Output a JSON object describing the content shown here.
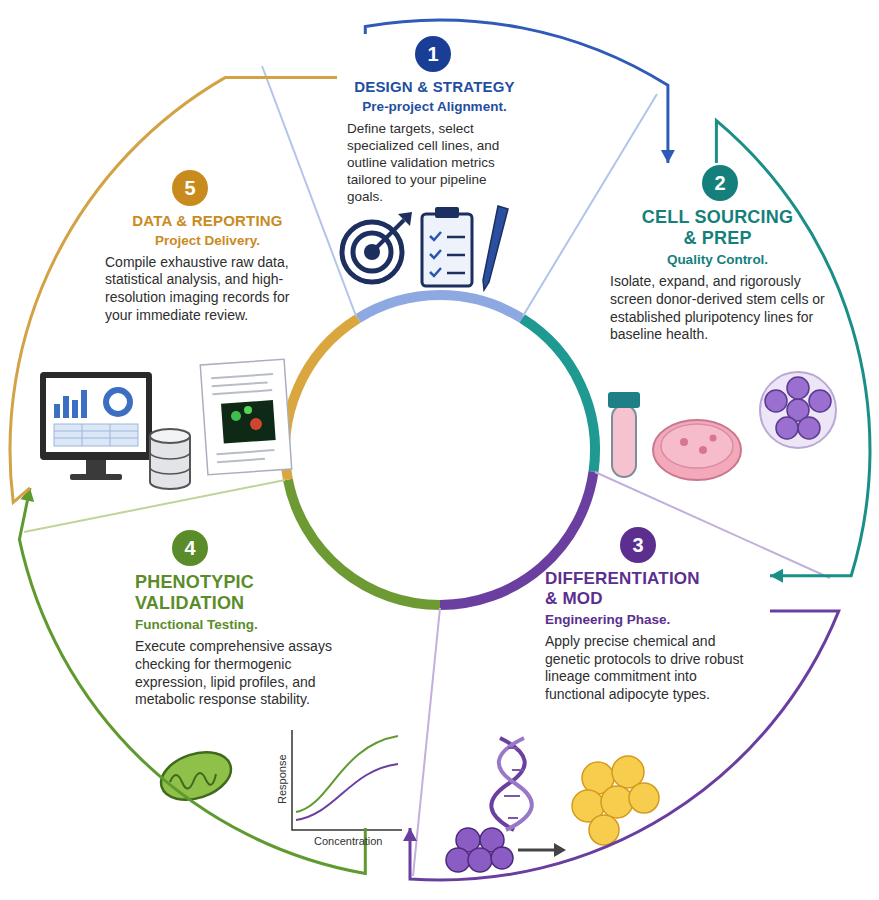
{
  "diagram": {
    "nodes": [
      {
        "text": [
          "DESIGN & STRATEGY",
          "Pre-project Alignment.",
          "Define targets, select specialized cell lines, and outline validation metrics tailored to your pipeline goals."
        ]
      },
      {
        "text": [
          "1"
        ],
        "in": 0
      },
      {
        "text": [
          "CELL SOURCING & PREP",
          "Quality Control.",
          "Isolate, expand, and rigorously screen donor-derived stem cells or established pluripotency lines for baseline health."
        ]
      },
      {
        "text": [
          "2"
        ],
        "in": 2
      },
      {
        "text": [
          "DIFFERENTIATION & MOD",
          "Engineering Phase.",
          "Apply precise chemical and genetic protocols to drive robust lineage commitment into functional adipocyte types."
        ]
      },
      {
        "text": [
          "3"
        ],
        "in": 4
      },
      {
        "text": [
          "PHENOTYPIC VALIDATION",
          "Functional Testing.",
          "Execute comprehensive assays checking for thermogenic expression, lipid profiles, and metabolic response stability."
        ]
      },
      {
        "text": [
          "4"
        ],
        "in": 6
      },
      {
        "text": [
          "DATA & REPORTING",
          "Project Delivery.",
          "Compile exhaustive raw data, statistical analysis, and high-resolution imaging records for your immediate review."
        ]
      },
      {
        "text": [
          "5"
        ],
        "in": 8
      }
    ],
    "edges": [
      {
        "from": 0,
        "to": 2,
        "arrow": "to"
      },
      {
        "from": 2,
        "to": 4,
        "arrow": "to"
      },
      {
        "from": 4,
        "to": 6,
        "arrow": "to"
      },
      {
        "from": 6,
        "to": 8,
        "arrow": "to"
      },
      {
        "from": 8,
        "to": 0,
        "arrow": "none"
      }
    ],
    "labels": [
      "Response",
      "Concentration"
    ]
  }
}
